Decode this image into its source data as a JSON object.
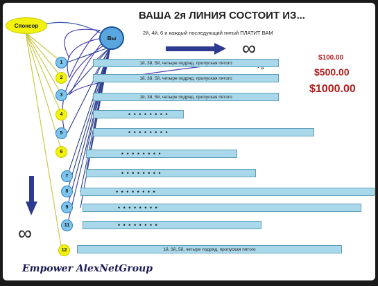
{
  "diagram": {
    "title": "ВАША 2я ЛИНИЯ СОСТОИТ ИЗ...",
    "subtitle": "2й, 4й, 6 и каждый последующий пятый ПЛАТИТ ВАМ",
    "sponsor_label": "Спонсор",
    "you_label": "Вы",
    "infinity_symbol": "∞",
    "footer": "Empower AlexNetGroup",
    "prices": [
      "$100.00",
      "$500.00",
      "$1000.00"
    ],
    "nodes": [
      "1",
      "2",
      "3",
      "4",
      "5",
      "6",
      "7",
      "8",
      "9",
      "11",
      "12"
    ],
    "bars": [
      "1й, 3й, 5й, четыре подряд, пропуская пятого",
      "1й, 3й, 5й, четыре подряд, пропуская пятого",
      "1й, 3й, 5й, четыре подряд, пропуская пятого",
      "• • • • • • • •",
      "• • • • • • • •",
      "• • • • • • • •",
      "• • • • • • • •",
      "• • • • • • • •",
      "• • • • • • • •",
      "• • • • • • • •",
      "1й, 3й, 5й, четыре подряд, пропуская пятого"
    ]
  },
  "colors": {
    "sponsor": "#f2f20e",
    "node_blue": "#7cc4ec",
    "bar": "#a9d8ea",
    "price": "#b31b1b",
    "lines_yellow": "#c9c94a",
    "lines_blue": "#2a3f8f"
  }
}
